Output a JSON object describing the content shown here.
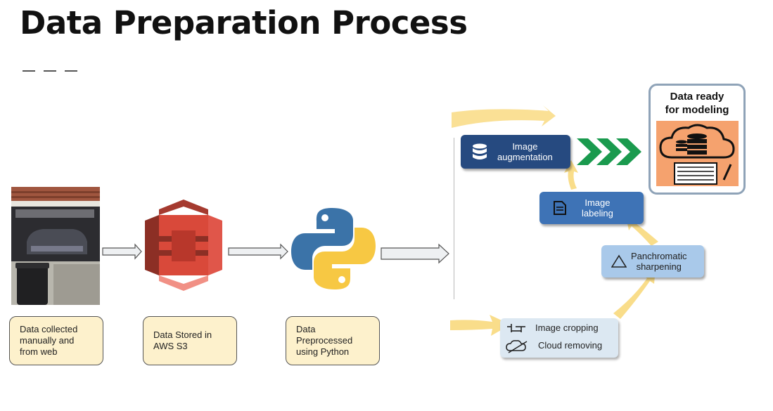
{
  "title": "Data Preparation Process",
  "steps": [
    {
      "label": "Data collected manually and from web",
      "lines": [
        "Data collected",
        "manually and",
        "from web"
      ]
    },
    {
      "label": "Data Stored in AWS S3",
      "lines": [
        "Data Stored in",
        "AWS S3"
      ]
    },
    {
      "label": "Data Preprocessed using Python",
      "lines": [
        "Data",
        "Preprocessed",
        "using Python"
      ]
    }
  ],
  "pipeline": {
    "augmentation": {
      "line1": "Image",
      "line2": "augmentation"
    },
    "labeling": {
      "line1": "Image",
      "line2": "labeling"
    },
    "panchromatic": {
      "line1": "Panchromatic",
      "line2": "sharpening"
    },
    "cropping": "Image cropping",
    "cloud": "Cloud removing"
  },
  "output": {
    "line1": "Data ready",
    "line2": "for modeling"
  },
  "colors": {
    "caption_bg": "#fdf1cc",
    "aws_red": "#d9493a",
    "python_blue": "#3b73a8",
    "python_yellow": "#f7c843",
    "dark_blue_box": "#264a80",
    "mid_blue_box": "#3e73b6",
    "light_blue_box": "#a9c9ea",
    "pale_box": "#dce8f2",
    "flow_arrow": "#f9dd8a",
    "green_chevron": "#1a9a4e",
    "output_bg": "#f5a26e"
  },
  "icons": [
    "database-icon",
    "document-icon",
    "triangle-icon",
    "crop-icon",
    "cloud-icon",
    "aws-s3-icon",
    "python-logo-icon",
    "cloud-database-icon"
  ]
}
